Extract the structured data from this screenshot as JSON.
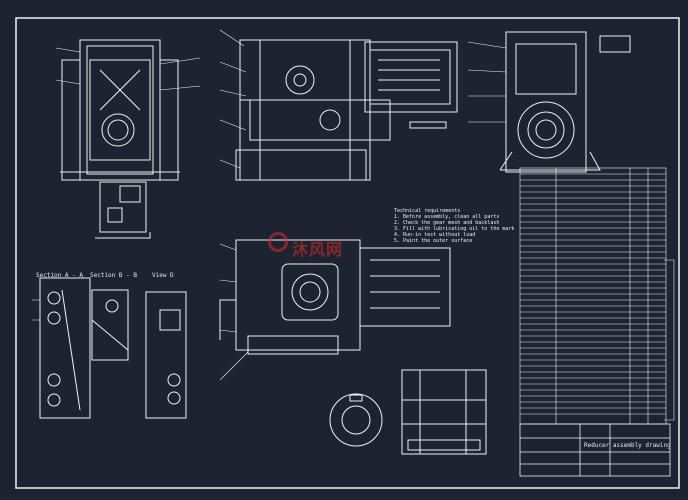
{
  "drawing": {
    "colors": {
      "background": "#1b2430",
      "lines": "#f2f2f2",
      "watermark": "#e62828"
    },
    "watermark_text": "沐风网",
    "view_labels": {
      "section_a": "Section A - A",
      "section_b": "Section B - B",
      "view_d": "View D"
    },
    "notes_title": "Technical requirements",
    "notes": [
      "1. Before assembly, clean all parts",
      "2. Check the gear mesh and backlash",
      "3. Fill with lubricating oil to the mark",
      "4. Run-in test without load",
      "5. Paint the outer surface"
    ],
    "parts_list_rows": 40,
    "title_block": "Reducer assembly drawing"
  }
}
